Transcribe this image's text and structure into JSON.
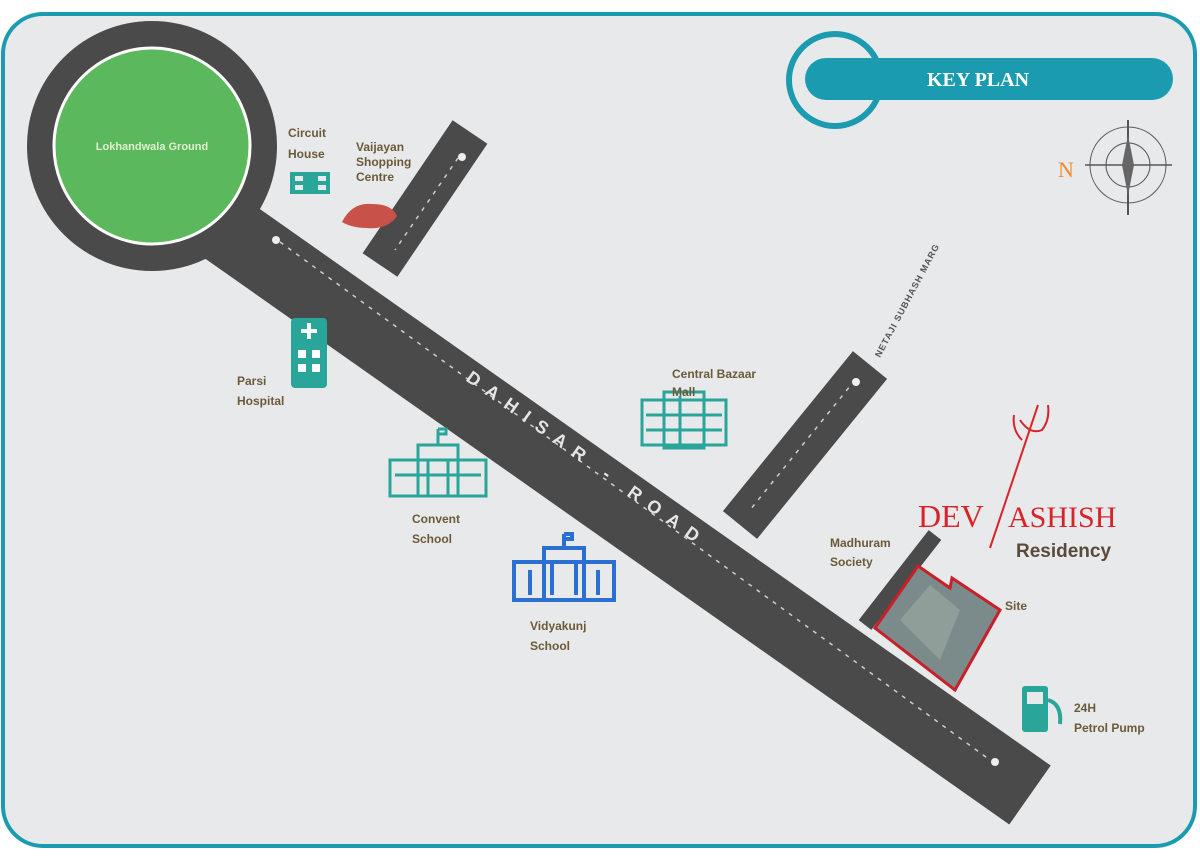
{
  "header": {
    "title": "KEY PLAN"
  },
  "compass": {
    "north_label": "N"
  },
  "roads": {
    "main": "DAHISAR - ROAD",
    "branch_right": "NETAJI SUBHASH MARG"
  },
  "landmarks": {
    "ground": "Lokhandwala Ground",
    "circuit_house": [
      "Circuit",
      "House"
    ],
    "shopping_centre": [
      "Vaijayan",
      "Shopping",
      "Centre"
    ],
    "hospital": [
      "Parsi",
      "Hospital"
    ],
    "mall": [
      "Central Bazaar",
      "Mall"
    ],
    "convent_school": [
      "Convent",
      "School"
    ],
    "vidyakunj_school": [
      "Vidyakunj",
      "School"
    ],
    "society": [
      "Madhuram",
      "Society"
    ],
    "site": "Site",
    "petrol_pump": [
      "24H",
      "Petrol Pump"
    ]
  },
  "project": {
    "name_left": "DEV",
    "name_right": "ASHISH",
    "subtitle": "Residency"
  },
  "colors": {
    "border": "#1a9bb0",
    "road": "#4a4a4a",
    "ground": "#5cb85c",
    "teal_icon": "#2aa59a",
    "blue_icon": "#2a6fd1",
    "project_red": "#d8232a",
    "background": "#e8e9ea"
  }
}
